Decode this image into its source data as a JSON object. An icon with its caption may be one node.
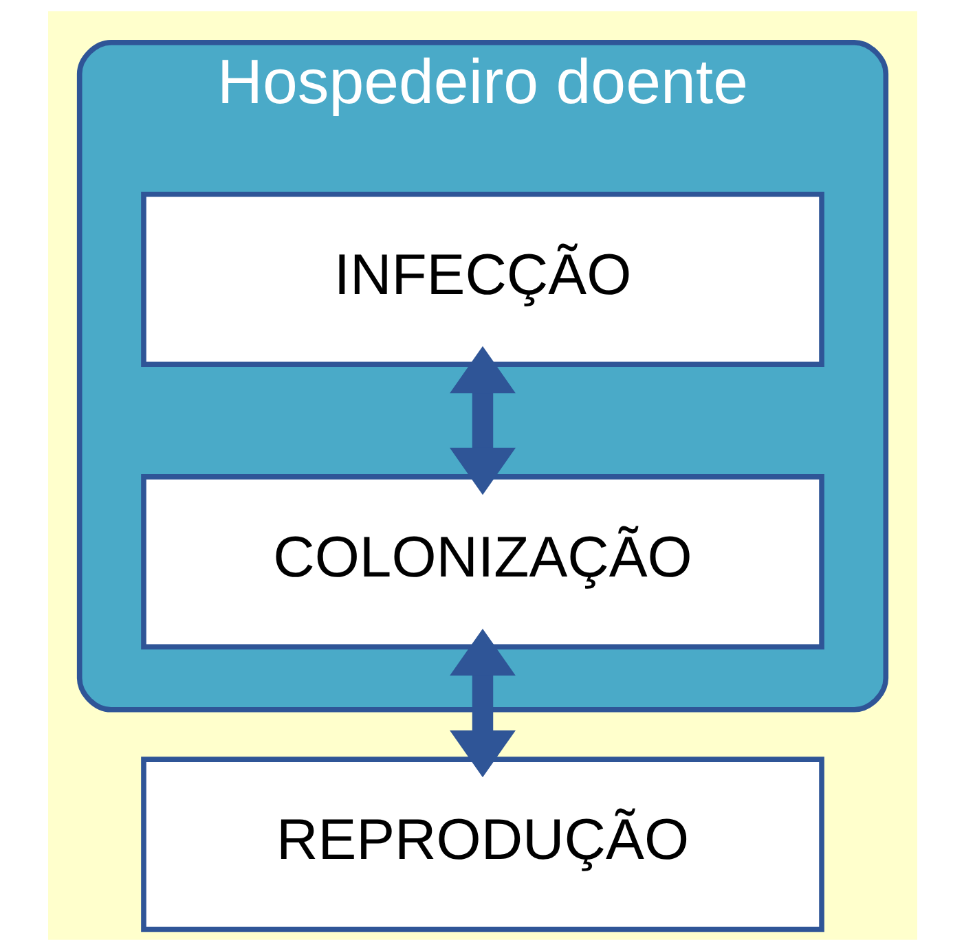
{
  "diagram": {
    "nodes": [
      {
        "text": [
          "Hospedeiro doente"
        ]
      },
      {
        "text": [
          "INFECÇÃO"
        ],
        "in": 0
      },
      {
        "text": [
          "COLONIZAÇÃO"
        ],
        "in": 0
      },
      {
        "text": [
          "REPRODUÇÃO"
        ]
      }
    ],
    "edges": [
      {
        "from": 1,
        "to": 2,
        "arrow": "both"
      },
      {
        "from": 2,
        "to": 3,
        "arrow": "both"
      }
    ]
  }
}
